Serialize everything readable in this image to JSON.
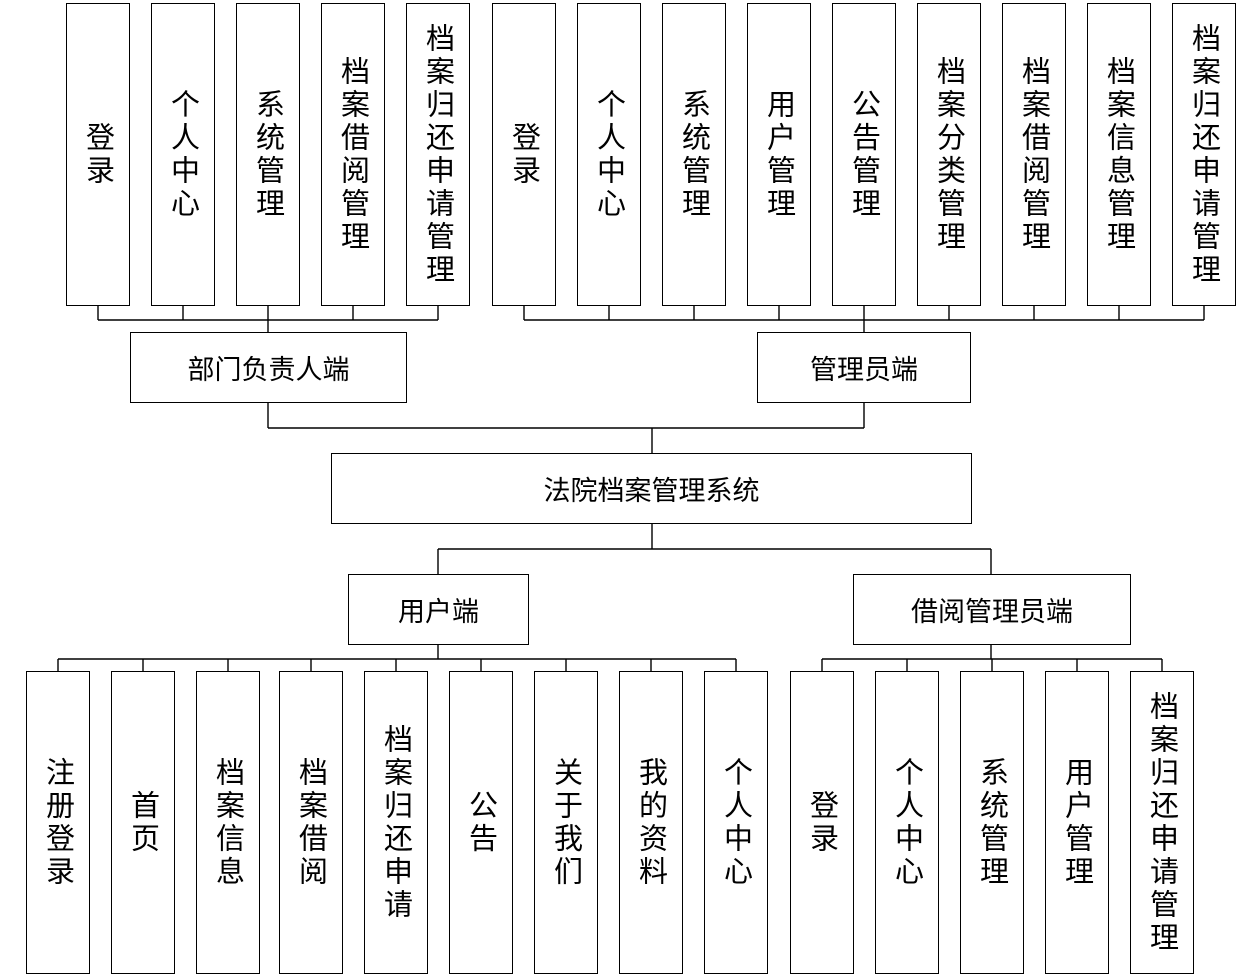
{
  "root": {
    "label": "法院档案管理系统"
  },
  "groups": {
    "dept": {
      "label": "部门负责人端",
      "items": [
        "登录",
        "个人中心",
        "系统管理",
        "档案借阅管理",
        "档案归还申请管理"
      ]
    },
    "admin": {
      "label": "管理员端",
      "items": [
        "登录",
        "个人中心",
        "系统管理",
        "用户管理",
        "公告管理",
        "档案分类管理",
        "档案借阅管理",
        "档案信息管理",
        "档案归还申请管理"
      ]
    },
    "user": {
      "label": "用户端",
      "items": [
        "注册登录",
        "首页",
        "档案信息",
        "档案借阅",
        "档案归还申请",
        "公告",
        "关于我们",
        "我的资料",
        "个人中心"
      ]
    },
    "borrow": {
      "label": "借阅管理员端",
      "items": [
        "登录",
        "个人中心",
        "系统管理",
        "用户管理",
        "档案归还申请管理"
      ]
    }
  }
}
